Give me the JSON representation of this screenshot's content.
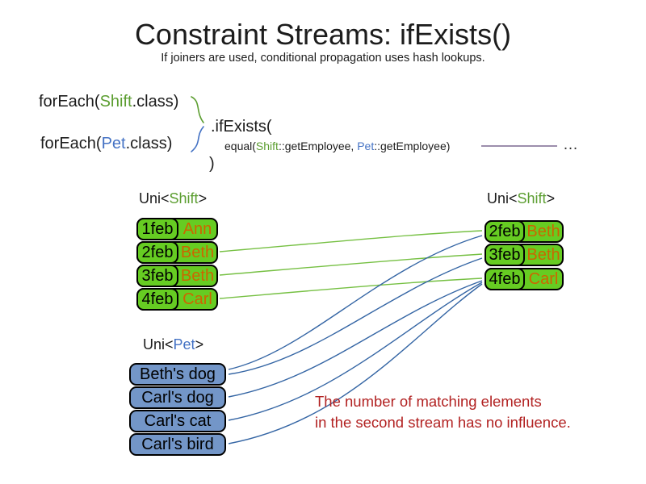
{
  "title": "Constraint Streams: ifExists()",
  "subtitle": "If joiners are used, conditional propagation uses hash lookups.",
  "code": {
    "foreach_shift_pre": "forEach(",
    "foreach_shift_type": "Shift",
    "foreach_shift_post": ".class)",
    "foreach_pet_pre": "forEach(",
    "foreach_pet_type": "Pet",
    "foreach_pet_post": ".class)",
    "if_exists": ".ifExists(",
    "equal_pre": "equal(",
    "equal_type1": "Shift",
    "equal_mid": "::getEmployee, ",
    "equal_type2": "Pet",
    "equal_post": "::getEmployee)",
    "close_paren": ")",
    "ellipsis": "…"
  },
  "left_shift_table": {
    "label_pre": "Uni<",
    "label_type": "Shift",
    "label_post": ">",
    "rows": [
      {
        "date": "1feb",
        "name": "Ann"
      },
      {
        "date": "2feb",
        "name": "Beth"
      },
      {
        "date": "3feb",
        "name": "Beth"
      },
      {
        "date": "4feb",
        "name": "Carl"
      }
    ]
  },
  "right_shift_table": {
    "label_pre": "Uni<",
    "label_type": "Shift",
    "label_post": ">",
    "rows": [
      {
        "date": "2feb",
        "name": "Beth"
      },
      {
        "date": "3feb",
        "name": "Beth"
      },
      {
        "date": "4feb",
        "name": "Carl"
      }
    ]
  },
  "pet_table": {
    "label_pre": "Uni<",
    "label_type": "Pet",
    "label_post": ">",
    "rows": [
      {
        "name": "Beth's dog"
      },
      {
        "name": "Carl's dog"
      },
      {
        "name": "Carl's cat"
      },
      {
        "name": "Carl's bird"
      }
    ]
  },
  "note": {
    "line1": "The number of matching elements",
    "line2": "in the second stream has no influence."
  },
  "colors": {
    "shift_text_green": "#5C9E31",
    "pet_text_blue": "#4472C4",
    "shift_box_green": "#66CC22",
    "pet_box_blue": "#7396C8",
    "employee_orange": "#CC6600",
    "note_red": "#B22222",
    "match_line_green": "#76C043",
    "match_line_blue": "#3465A4",
    "joiner_line_purple": "#604A7B"
  }
}
